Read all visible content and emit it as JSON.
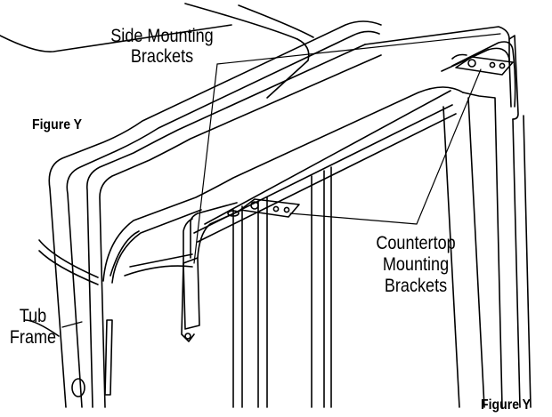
{
  "figure_label_top": "Figure Y",
  "figure_label_bottom": "Figure Y",
  "callouts": {
    "side_line1": "Side Mounting",
    "side_line2": "Brackets",
    "counter_line1": "Countertop",
    "counter_line2": "Mounting",
    "counter_line3": "Brackets",
    "tub_line1": "Tub",
    "tub_line2": "Frame"
  }
}
